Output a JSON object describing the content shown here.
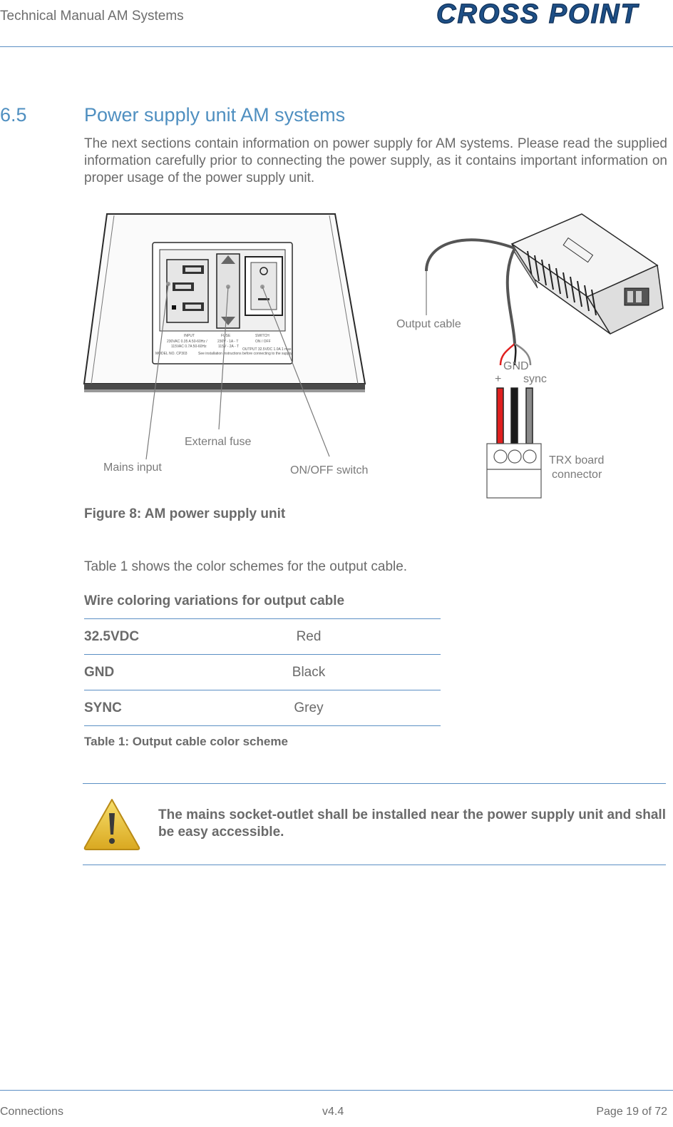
{
  "header": {
    "title": "Technical Manual AM Systems",
    "logo_text": "CROSS POINT",
    "logo_color": "#1e4f86"
  },
  "section": {
    "number": "6.5",
    "title": "Power supply unit AM systems",
    "intro": "The next sections contain information on power supply for AM systems. Please read the supplied information carefully prior to connecting the power supply, as it contains important information on proper usage of the power supply unit."
  },
  "figure": {
    "labels": {
      "output_cable": "Output cable",
      "gnd": "GND",
      "plus": "+",
      "sync": "sync",
      "external_fuse": "External fuse",
      "mains_input": "Mains input",
      "on_off_switch": "ON/OFF switch",
      "trx_board_line1": "TRX board",
      "trx_board_line2": "connector"
    },
    "panel_text": {
      "input": "INPUT",
      "fuse": "FUSE",
      "switch": "SWITCH",
      "input_l1": "230VAC 0.35 A 50-60Hz /",
      "input_l2": "115VAC 0.7A 50-60Hz",
      "fuse_l1": "230V - 1A - T",
      "fuse_l2": "115V - 2A - T",
      "switch_l1": "ON / OFF",
      "output": "OUTPUT 32.5VDC 1.0A 1 max",
      "model": "MODEL NO. CP303",
      "note": "See installation instructions before connecting to the supply"
    },
    "wire_colors": [
      "#e0201f",
      "#1a1a1a",
      "#8a8a8a"
    ],
    "caption": "Figure 8: AM power supply unit"
  },
  "table": {
    "reference_text": "Table 1 shows the color schemes for the output cable.",
    "title": "Wire coloring variations for output cable",
    "rows": [
      {
        "signal": "32.5VDC",
        "color": "Red"
      },
      {
        "signal": "GND",
        "color": "Black"
      },
      {
        "signal": "SYNC",
        "color": "Grey"
      }
    ],
    "caption": "Table 1: Output cable color scheme"
  },
  "warning": {
    "icon": "warning-triangle-icon",
    "text": "The mains socket-outlet shall be installed near the power supply unit and shall be easy accessible."
  },
  "footer": {
    "left": "Connections",
    "center": "v4.4",
    "right": "Page 19 of 72"
  }
}
